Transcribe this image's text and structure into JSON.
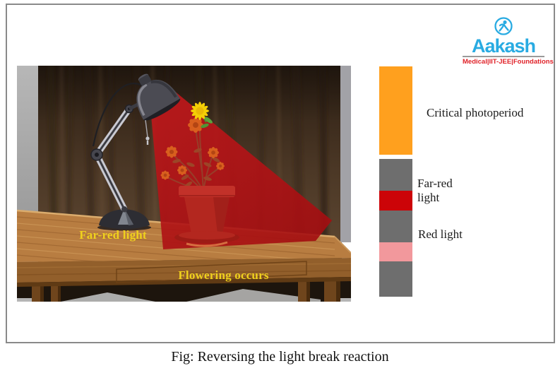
{
  "logo": {
    "brand": "Aakash",
    "tagline": "Medical|IIT-JEE|Foundations",
    "brand_color": "#29ABE2",
    "tagline_color": "#E02128"
  },
  "scene": {
    "far_red_label": "Far-red light",
    "flowering_label": "Flowering occurs",
    "label_color": "#EFD11D",
    "beam_color": "#B01114"
  },
  "legend": {
    "colors": {
      "orange": "#FFA01E",
      "gray": "#6E6E6E",
      "red": "#CC0408",
      "pink": "#F2989C"
    },
    "critical_label": "Critical photoperiod",
    "far_red_label": "Far-red light",
    "red_label": "Red light"
  },
  "caption": "Fig: Reversing the light break reaction"
}
